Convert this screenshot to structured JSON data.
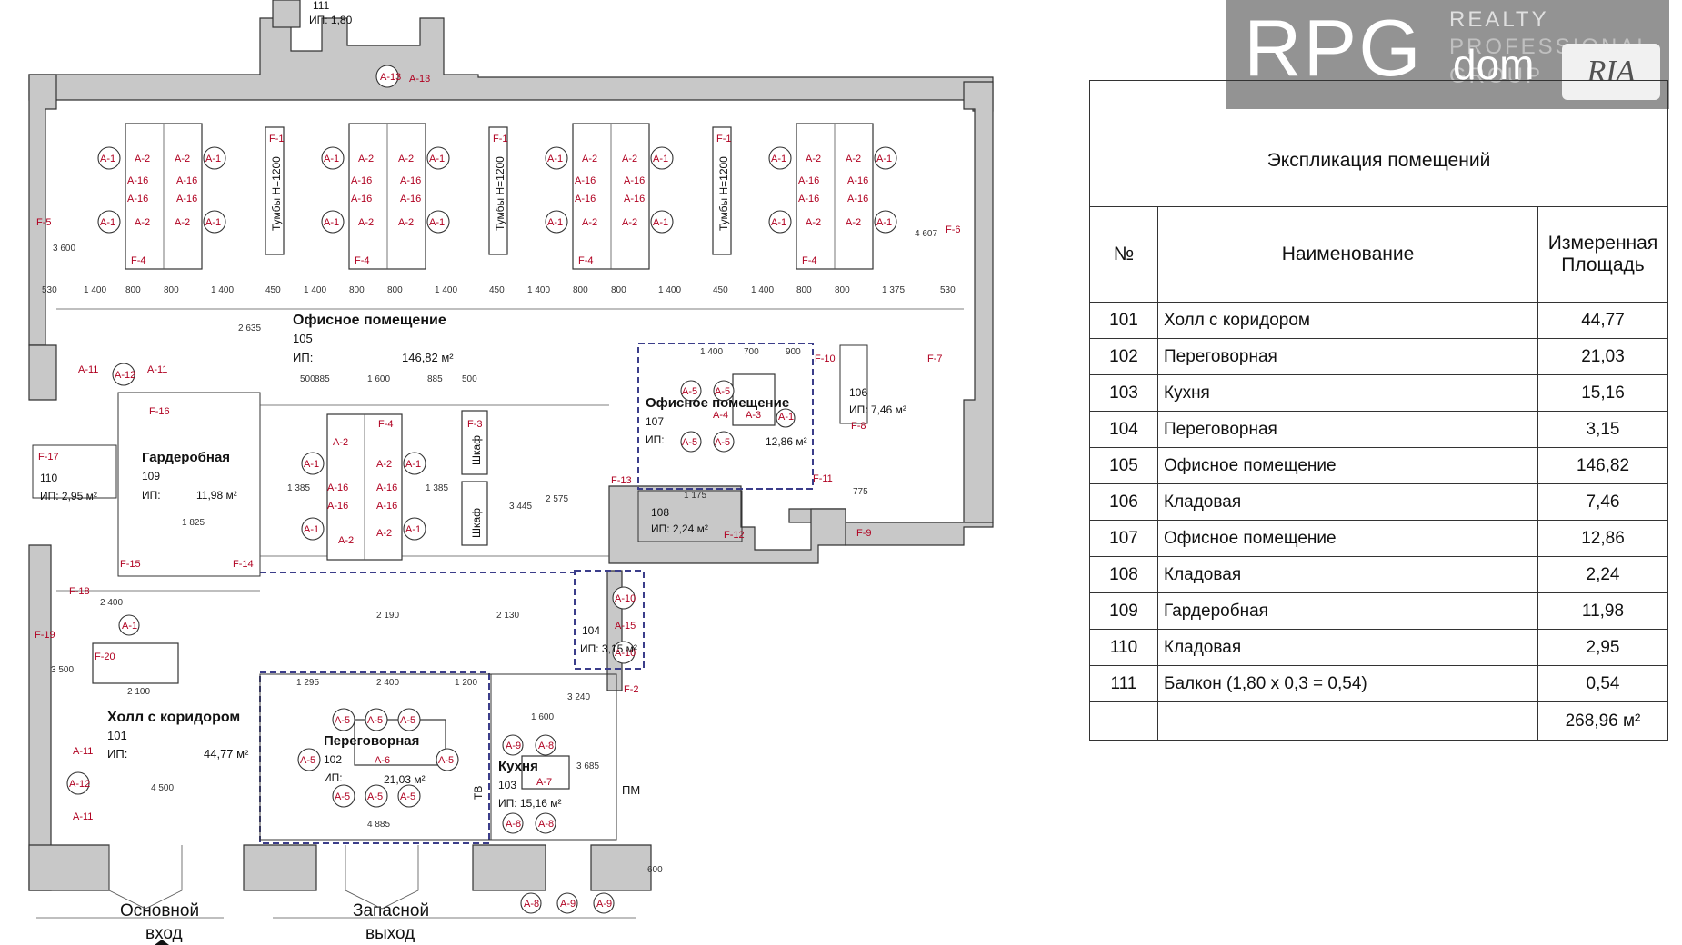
{
  "watermark": {
    "logo": "RPG",
    "sub": "dom",
    "line1": "REALTY",
    "line2": "PROFESSIONAL",
    "line3": "GROUP",
    "ria": "RIA"
  },
  "table": {
    "title": "Экспликация помещений",
    "col_no": "№",
    "col_name": "Наименование",
    "col_area_1": "Измеренная",
    "col_area_2": "Площадь",
    "rows": [
      {
        "no": "101",
        "name": "Холл с коридором",
        "area": "44,77"
      },
      {
        "no": "102",
        "name": "Переговорная",
        "area": "21,03"
      },
      {
        "no": "103",
        "name": "Кухня",
        "area": "15,16"
      },
      {
        "no": "104",
        "name": "Переговорная",
        "area": "3,15"
      },
      {
        "no": "105",
        "name": "Офисное помещение",
        "area": "146,82"
      },
      {
        "no": "106",
        "name": "Кладовая",
        "area": "7,46"
      },
      {
        "no": "107",
        "name": "Офисное помещение",
        "area": "12,86"
      },
      {
        "no": "108",
        "name": "Кладовая",
        "area": "2,24"
      },
      {
        "no": "109",
        "name": "Гардеробная",
        "area": "11,98"
      },
      {
        "no": "110",
        "name": "Кладовая",
        "area": "2,95"
      },
      {
        "no": "111",
        "name": "Балкон (1,80 х 0,3 = 0,54)",
        "area": "0,54"
      }
    ],
    "total": "268,96 м²"
  },
  "plan": {
    "rooms": {
      "r105": {
        "name": "Офисное помещение",
        "no": "105",
        "ip": "ИП:",
        "area": "146,82 м²"
      },
      "r107": {
        "name": "Офисное помещение",
        "no": "107",
        "ip": "ИП:",
        "area": "12,86 м²"
      },
      "r106": {
        "no": "106",
        "area": "ИП: 7,46 м²"
      },
      "r109": {
        "name": "Гардеробная",
        "no": "109",
        "ip": "ИП:",
        "area": "11,98 м²"
      },
      "r110": {
        "no": "110",
        "area": "ИП: 2,95 м²"
      },
      "r108": {
        "no": "108",
        "area": "ИП: 2,24 м²"
      },
      "r104": {
        "no": "104",
        "area": "ИП: 3,15 м²"
      },
      "r101": {
        "name": "Холл с коридором",
        "no": "101",
        "ip": "ИП:",
        "area": "44,77 м²"
      },
      "r102": {
        "name": "Переговорная",
        "no": "102",
        "ip": "ИП:",
        "area": "21,03 м²"
      },
      "r103": {
        "name": "Кухня",
        "no": "103",
        "area": "ИП: 15,16 м²"
      },
      "r111": {
        "no": "111",
        "area": "ИП: 1,80"
      }
    },
    "labels": {
      "main_entry_1": "Основной",
      "main_entry_2": "вход",
      "spare_exit_1": "Запасной",
      "spare_exit_2": "выход",
      "tumby": "Тумбы H=1200",
      "shkaf": "Шкаф",
      "tv": "ТВ",
      "pm": "ПМ"
    },
    "dims": [
      "1 400",
      "800",
      "800",
      "1 400",
      "450",
      "1 400",
      "800",
      "800",
      "1 400",
      "450",
      "1 400",
      "800",
      "800",
      "1 400",
      "450",
      "1 400",
      "800",
      "800",
      "1 375",
      "530",
      "530",
      "2 635",
      "1 600",
      "885",
      "885",
      "500",
      "500",
      "1 385",
      "1 385",
      "2 575",
      "3 445",
      "1 825",
      "2 400",
      "2 100",
      "4 500",
      "2 190",
      "2 130",
      "1 295",
      "2 400",
      "1 200",
      "4 885",
      "3 240",
      "1 600",
      "3 685",
      "600",
      "1 400",
      "700",
      "900",
      "1 175",
      "775",
      "3 500",
      "3 600",
      "4 607"
    ]
  }
}
